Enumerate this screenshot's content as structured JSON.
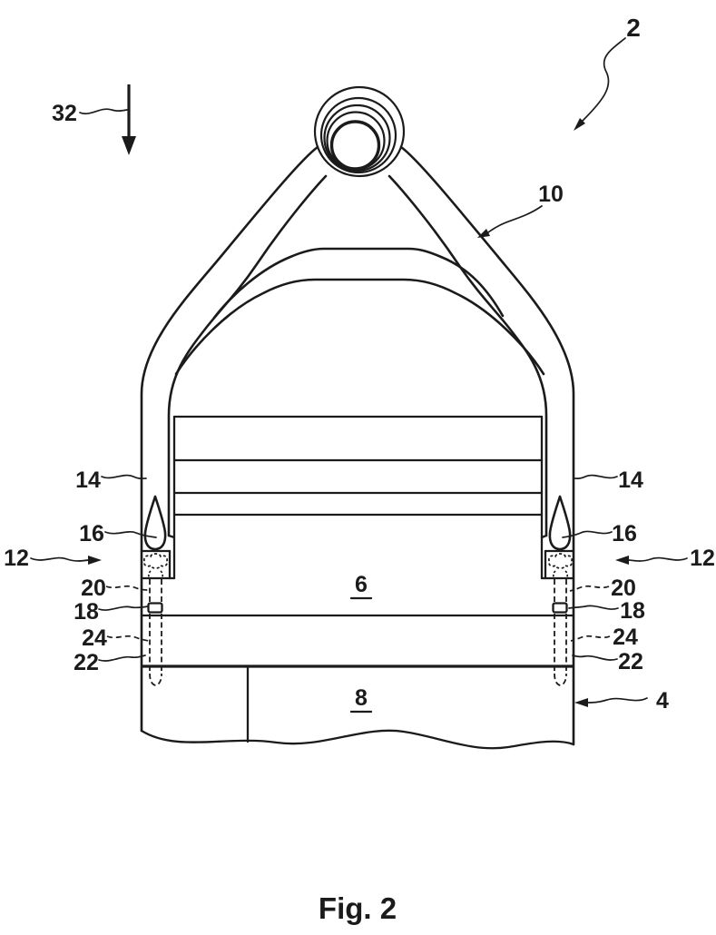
{
  "figure": {
    "caption": "Fig. 2"
  },
  "reference_numerals": {
    "n2": "2",
    "n4": "4",
    "n6": "6",
    "n8": "8",
    "n10": "10",
    "n12": "12",
    "n14": "14",
    "n16": "16",
    "n18": "18",
    "n20": "20",
    "n22": "22",
    "n24": "24",
    "n32": "32"
  },
  "colors": {
    "line": "#1b1b1b",
    "background": "#ffffff"
  }
}
